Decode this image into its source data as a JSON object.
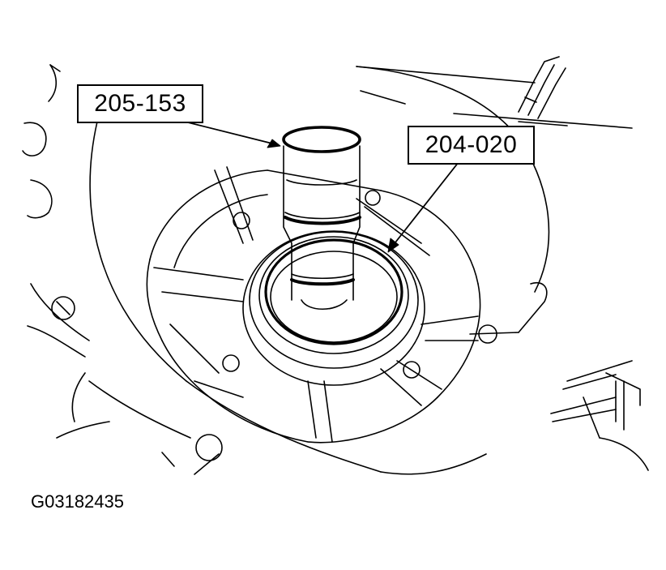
{
  "callouts": [
    {
      "label": "205-153"
    },
    {
      "label": "204-020"
    }
  ],
  "figure_id": "G03182435",
  "colors": {
    "line": "#000000",
    "background": "#ffffff"
  }
}
